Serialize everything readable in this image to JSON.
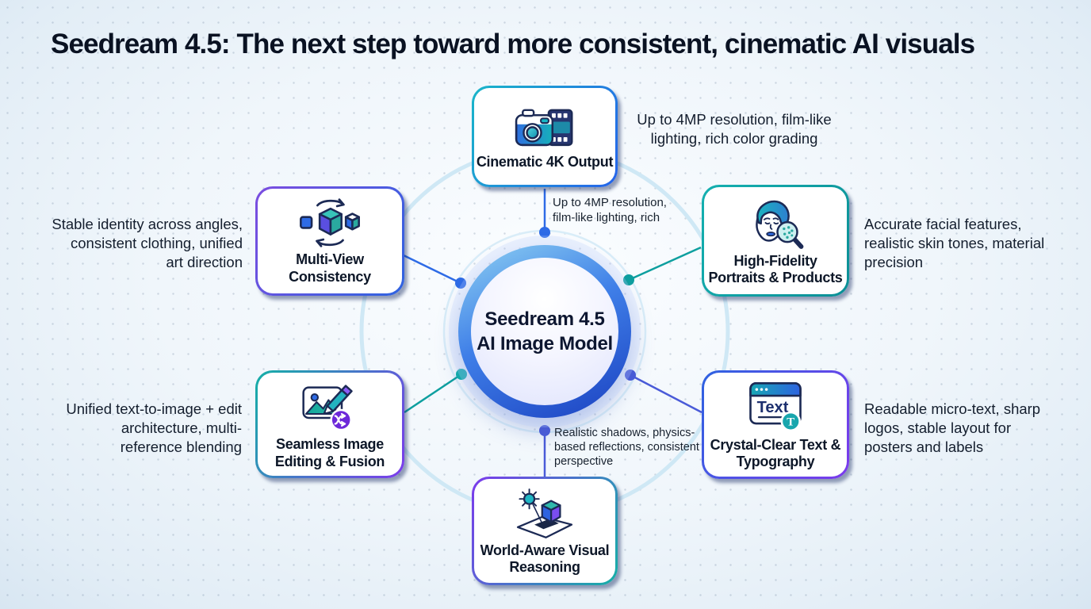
{
  "title": "Seedream 4.5: The next step toward more consistent, cinematic AI visuals",
  "center": {
    "line1": "Seedream 4.5",
    "line2": "AI Image Model"
  },
  "nodes": [
    {
      "label": "Cinematic 4K Output",
      "icon": "camera-film-icon",
      "description": "Up to 4MP resolution, film-like lighting, rich color grading"
    },
    {
      "label": "High-Fidelity Portraits & Products",
      "icon": "face-magnifier-icon",
      "description": "Accurate facial features, realistic skin tones, material precision"
    },
    {
      "label": "Crystal-Clear Text & Typography",
      "icon": "text-window-icon",
      "description": "Readable micro-text, sharp logos, stable layout for posters and labels"
    },
    {
      "label": "World-Aware Visual Reasoning",
      "icon": "sun-cube-icon",
      "description": "Realistic shadows, physics-based reflections, consistent perspective"
    },
    {
      "label": "Seamless Image Editing & Fusion",
      "icon": "image-edit-icon",
      "description": "Unified text-to-image + edit architecture, multi-reference blending"
    },
    {
      "label": "Multi-View Consistency",
      "icon": "cubes-rotate-icon",
      "description": "Stable identity across angles, consistent clothing, unified art direction"
    }
  ],
  "annotations": {
    "top_note": "Up to 4MP resolution, film-like lighting, rich",
    "bottom_note": "Realistic shadows, physics-based reflections, consistent perspective"
  },
  "icon_text": {
    "window_label": "Text",
    "badge_letter": "T"
  },
  "colors": {
    "teal": "#0e9f9f",
    "blue": "#2e6be6",
    "indigo": "#4a5bd8",
    "purple": "#7c3aed",
    "navy": "#1c2a55",
    "ring_light": "#cfe8f5"
  }
}
